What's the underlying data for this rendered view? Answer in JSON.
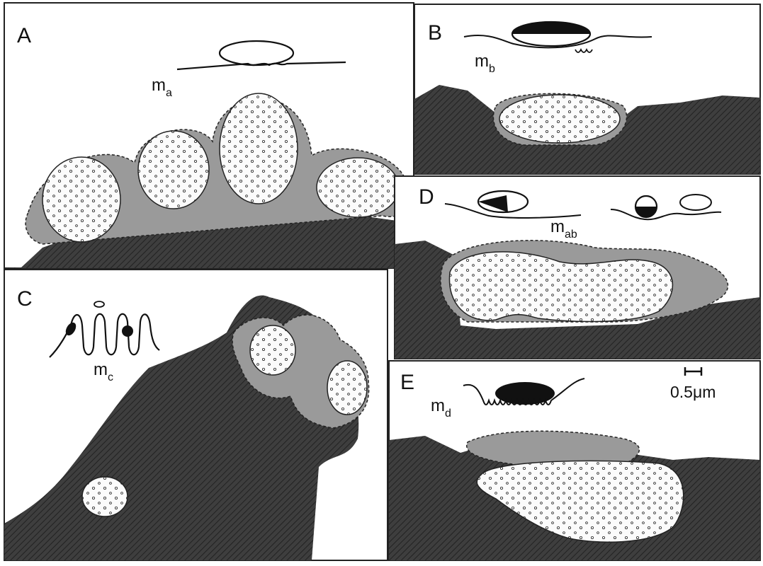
{
  "panels": [
    {
      "letter": "A",
      "label_main": "m",
      "label_sub": "a"
    },
    {
      "letter": "B",
      "label_main": "m",
      "label_sub": "b"
    },
    {
      "letter": "C",
      "label_main": "m",
      "label_sub": "c"
    },
    {
      "letter": "D",
      "label_main": "m",
      "label_sub": "ab"
    },
    {
      "letter": "E",
      "label_main": "m",
      "label_sub": "d"
    }
  ],
  "scale_bar": {
    "label": "0.5μm"
  },
  "colors": {
    "tissue": "#3a3a3a",
    "sheath": "#9a9a9a",
    "background": "#ffffff",
    "ink": "#111111"
  }
}
